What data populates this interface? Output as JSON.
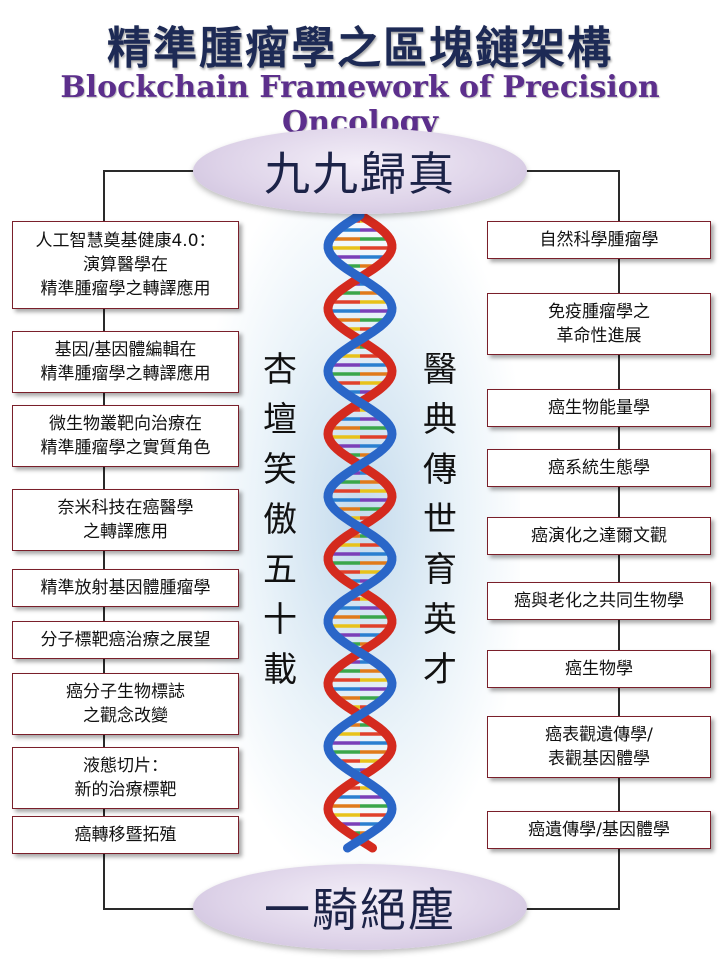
{
  "title_cn": "精準腫瘤學之區塊鏈架構",
  "title_en": "Blockchain Framework of Precision Oncology",
  "top_oval": "九九歸真",
  "bottom_oval": "一騎絕塵",
  "left_vertical": "杏\n壇\n笑\n傲\n五\n十\n載",
  "right_vertical": "醫\n典\n傳\n世\n育\n英\n才",
  "left_boxes": [
    "人工智慧奠基健康4.0：\n演算醫學在\n精準腫瘤學之轉譯應用",
    "基因/基因體編輯在\n精準腫瘤學之轉譯應用",
    "微生物叢靶向治療在\n精準腫瘤學之實質角色",
    "奈米科技在癌醫學\n之轉譯應用",
    "精準放射基因體腫瘤學",
    "分子標靶癌治療之展望",
    "癌分子生物標誌\n之觀念改變",
    "液態切片：\n新的治療標靶",
    "癌轉移暨拓殖"
  ],
  "right_boxes": [
    "自然科學腫瘤學",
    "免疫腫瘤學之\n革命性進展",
    "癌生物能量學",
    "癌系統生態學",
    "癌演化之達爾文觀",
    "癌與老化之共同生物學",
    "癌生物學",
    "癌表觀遺傳學/\n表觀基因體學",
    "癌遺傳學/基因體學"
  ],
  "colors": {
    "title_cn": "#1d2a55",
    "title_en": "#5c2f8c",
    "box_border": "#7a1f2a",
    "helix_red": "#d42a1e",
    "helix_blue": "#2a66c8",
    "rung_colors": [
      "#e8c21a",
      "#7a3fb8",
      "#3aa64a",
      "#e0402a",
      "#2a7fd0",
      "#e07a1a"
    ]
  }
}
